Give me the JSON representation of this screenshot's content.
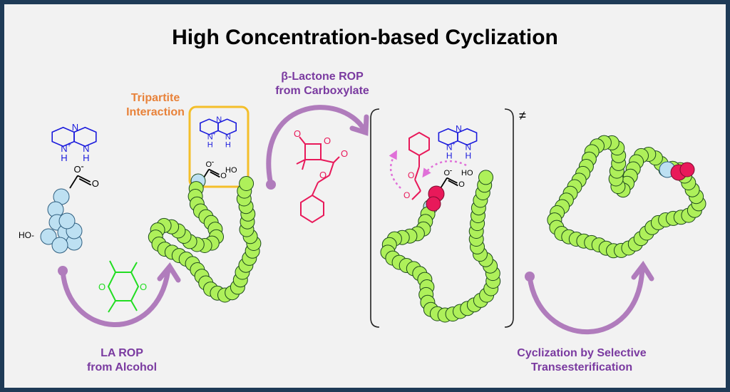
{
  "title": "High Concentration-based Cyclization",
  "colors": {
    "frame": "#1f3b57",
    "background": "#f2f2f2",
    "green_bead": "#aef05a",
    "blue_bead": "#bde0f2",
    "red_bead": "#e8195a",
    "catalyst": "#1a1adc",
    "lactone": "#e8195a",
    "lactide": "#22dd22",
    "arrow": "#b07cbc",
    "label_purple": "#7a3aa0",
    "label_orange": "#e8823a",
    "highlight_box": "#f4bf2a"
  },
  "labels": {
    "tripartite_line1": "Tripartite",
    "tripartite_line2": "Interaction",
    "lactone_rop_line1": "β-Lactone ROP",
    "lactone_rop_line2": "from Carboxylate",
    "la_rop_line1": "LA ROP",
    "la_rop_line2": "from Alcohol",
    "cyclization_line1": "Cyclization by Selective",
    "cyclization_line2": "Transesterification"
  },
  "chem": {
    "atom_N": "N",
    "atom_Nplus": "N",
    "plus": "+",
    "atom_H": "H",
    "atom_O": "O",
    "minus": "-",
    "hydroxyl_left": "HO-",
    "hydroxyl": "HO",
    "ts_symbol": "≠"
  }
}
